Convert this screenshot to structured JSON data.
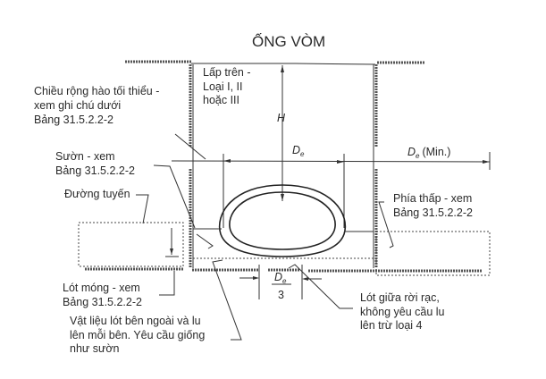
{
  "title": "ỐNG VÒM",
  "labels": {
    "backfill": [
      "Lấp trên -",
      "Loại I, II",
      "hoặc III"
    ],
    "min_trench_width": [
      "Chiều rộng hào tối thiểu -",
      "xem ghi chú dưới",
      "Bảng 31.5.2.2-2"
    ],
    "haunch": [
      "Sườn - xem",
      "Bảng 31.5.2.2-2"
    ],
    "springline": "Đường tuyến",
    "lower_side": [
      "Phía thấp - xem",
      "Bảng 31.5.2.2-2"
    ],
    "bedding": [
      "Lót móng - xem",
      "Bảng 31.5.2.2-2"
    ],
    "middle_bedding": [
      "Lót giữa rời rạc,",
      "không yêu cầu lu",
      "lên trừ loại 4"
    ],
    "outer_bedding": [
      "Vật liệu lót bên ngoài và lu",
      "lên mỗi bên. Yêu cầu giống",
      "như sườn"
    ]
  },
  "dimensions": {
    "H": "H",
    "De": "D",
    "De_sub": "e",
    "De_min": "(Min.)",
    "third_num": "D",
    "third_sub": "e",
    "third_den": "3"
  }
}
